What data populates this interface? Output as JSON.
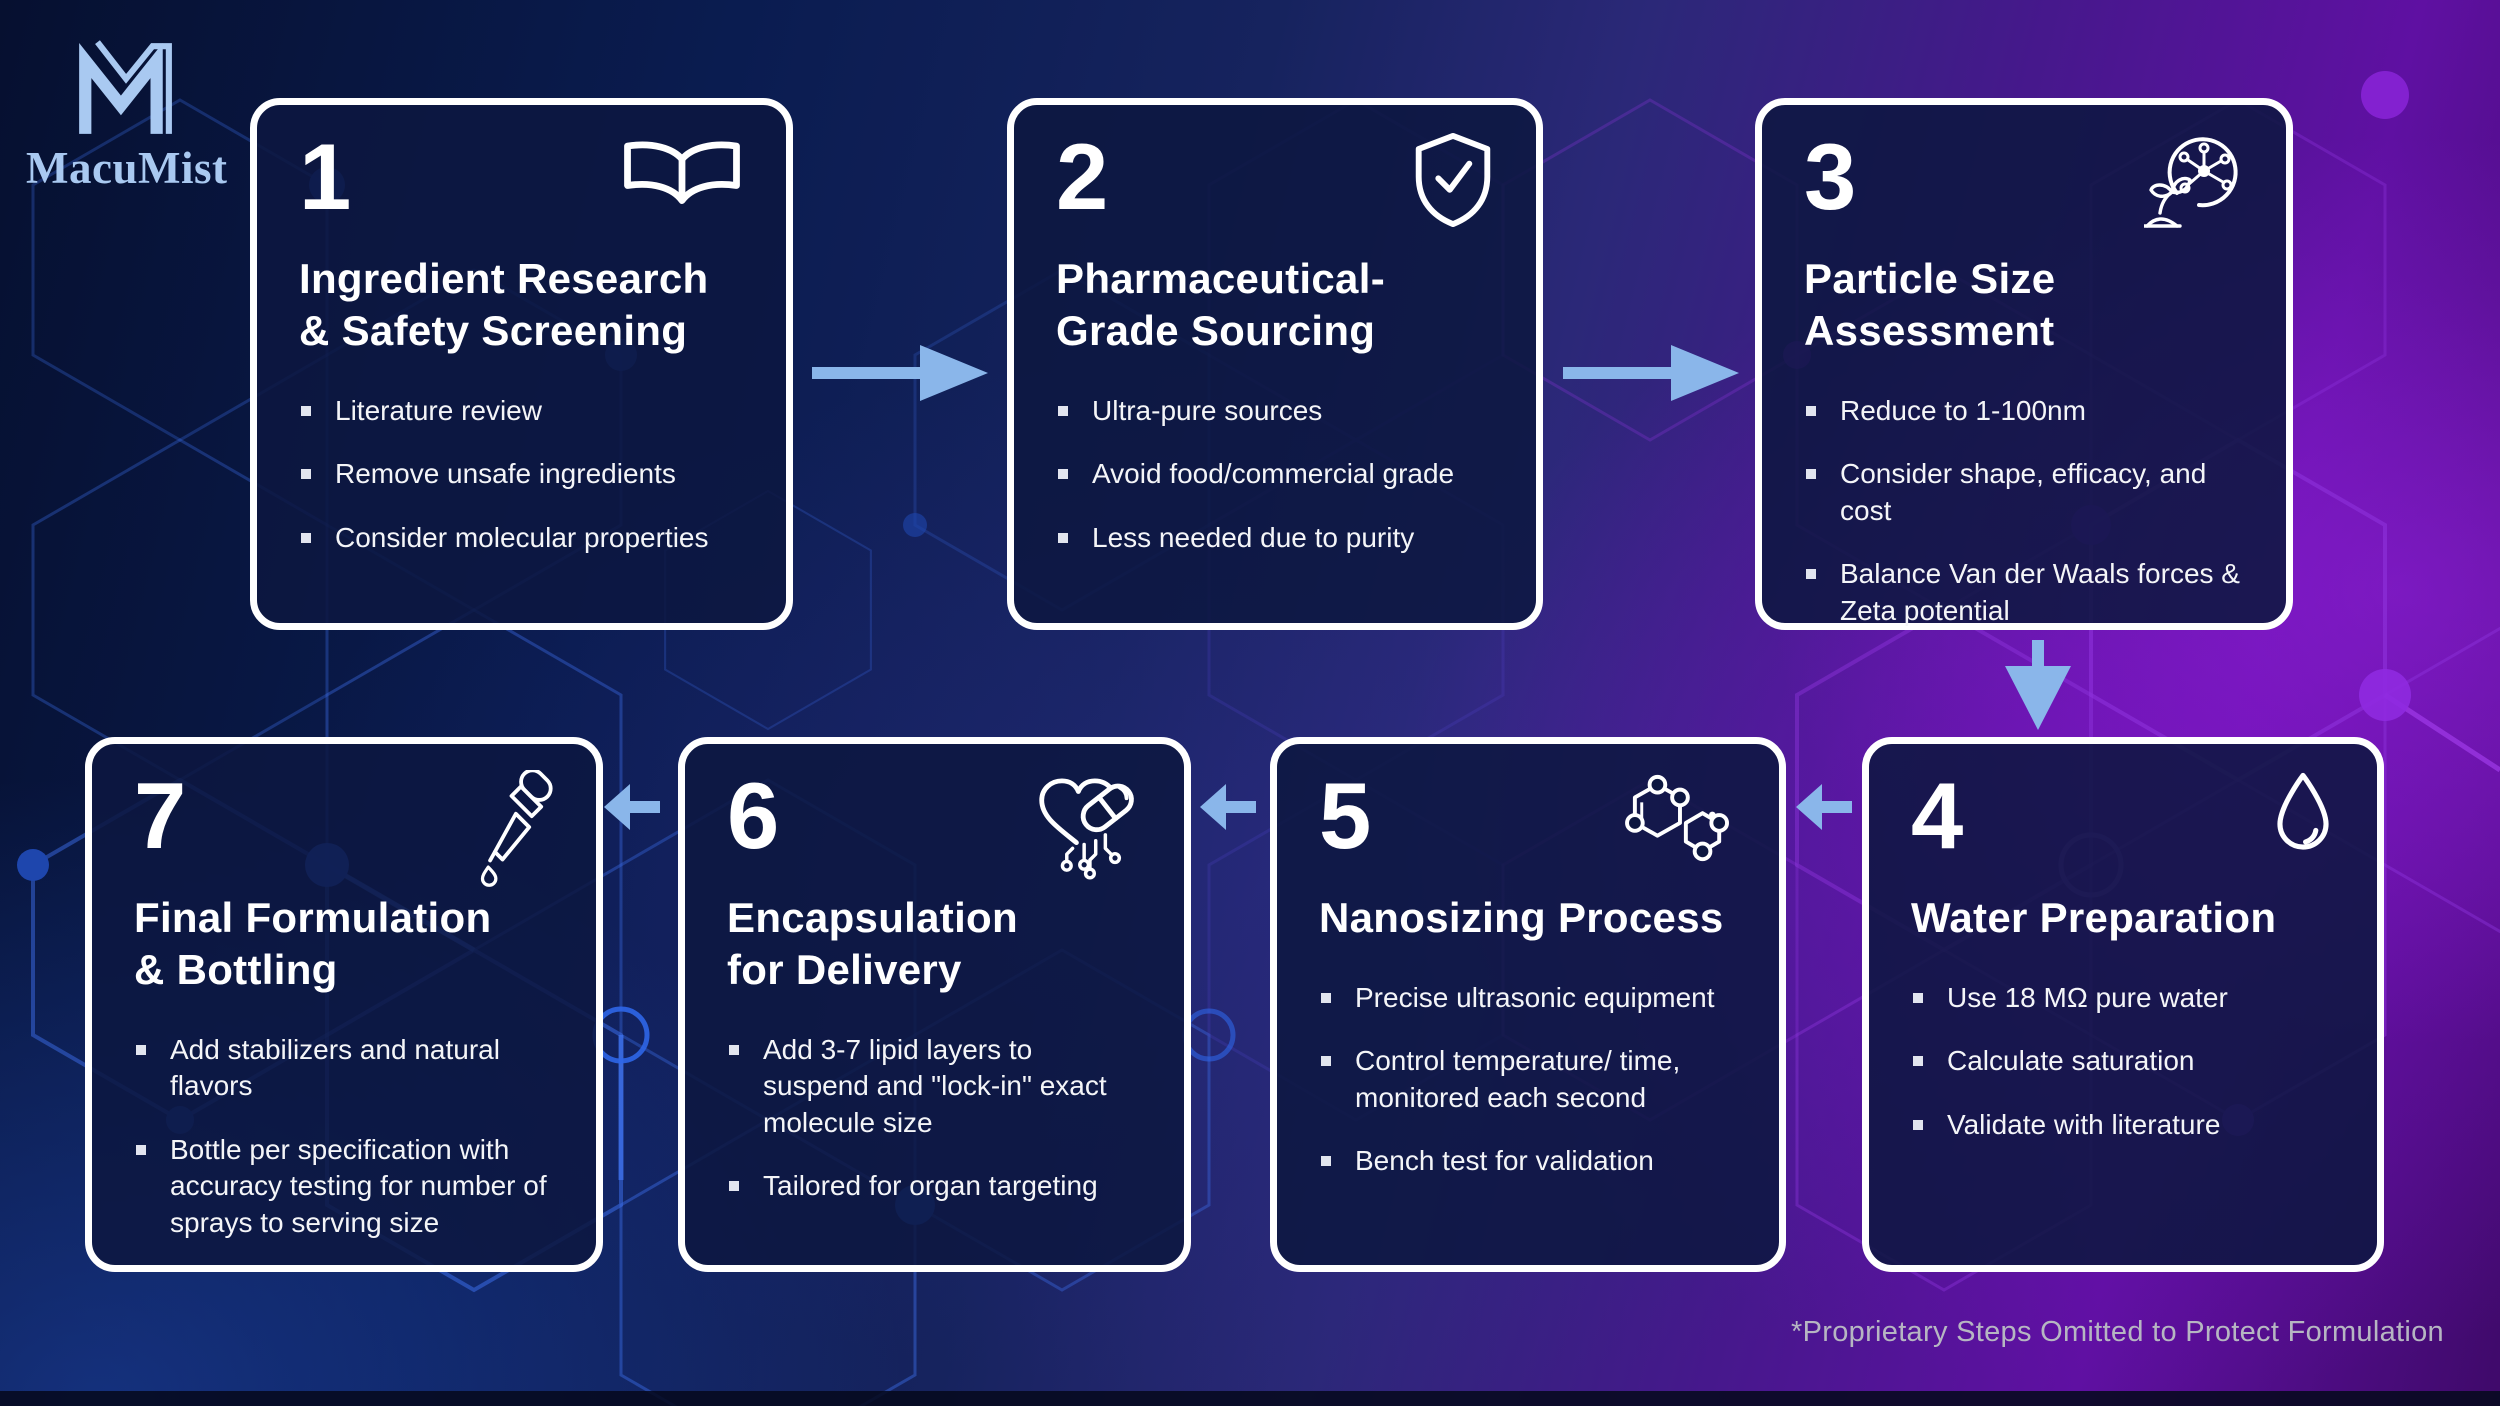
{
  "logo": {
    "name": "MacuMist"
  },
  "footnote": "*Proprietary Steps Omitted to Protect Formulation",
  "colors": {
    "background_navy": "#0a1c50",
    "background_purple": "#5f10a2",
    "card_bg": "#0d1740",
    "card_border": "#ffffff",
    "arrow": "#8ab6ea",
    "logo_blue": "#a9c9f1",
    "text": "#ffffff",
    "footnote_text": "#b6b6c2"
  },
  "steps": [
    {
      "number": "1",
      "icon": "open-book-icon",
      "title": "Ingredient Research\n& Safety Screening",
      "bullets": [
        "Literature review",
        "Remove unsafe ingredients",
        "Consider molecular properties"
      ]
    },
    {
      "number": "2",
      "icon": "shield-check-icon",
      "title": "Pharmaceutical-\nGrade Sourcing",
      "bullets": [
        "Ultra-pure sources",
        "Avoid food/commercial grade",
        "Less needed due to purity"
      ]
    },
    {
      "number": "3",
      "icon": "nanoparticle-magnifier-icon",
      "title": "Particle Size\nAssessment",
      "bullets": [
        "Reduce to 1-100nm",
        "Consider shape, efficacy, and cost",
        "Balance Van der Waals forces & Zeta potential"
      ]
    },
    {
      "number": "4",
      "icon": "water-drop-icon",
      "title": "Water Preparation",
      "bullets": [
        "Use 18 MΩ pure water",
        "Calculate saturation",
        "Validate with literature"
      ]
    },
    {
      "number": "5",
      "icon": "molecule-icon",
      "title": "Nanosizing Process",
      "bullets": [
        "Precise ultrasonic equipment",
        "Control temperature/ time, monitored each second",
        "Bench test for validation"
      ]
    },
    {
      "number": "6",
      "icon": "heart-capsule-circuit-icon",
      "title": "Encapsulation\nfor Delivery",
      "bullets": [
        "Add 3-7 lipid layers to suspend and \"lock-in\" exact molecule size",
        "Tailored for organ targeting"
      ]
    },
    {
      "number": "7",
      "icon": "dropper-icon",
      "title": "Final Formulation\n& Bottling",
      "bullets": [
        "Add stabilizers and natural flavors",
        "Bottle per specification with accuracy testing for number of sprays to serving size"
      ]
    }
  ]
}
